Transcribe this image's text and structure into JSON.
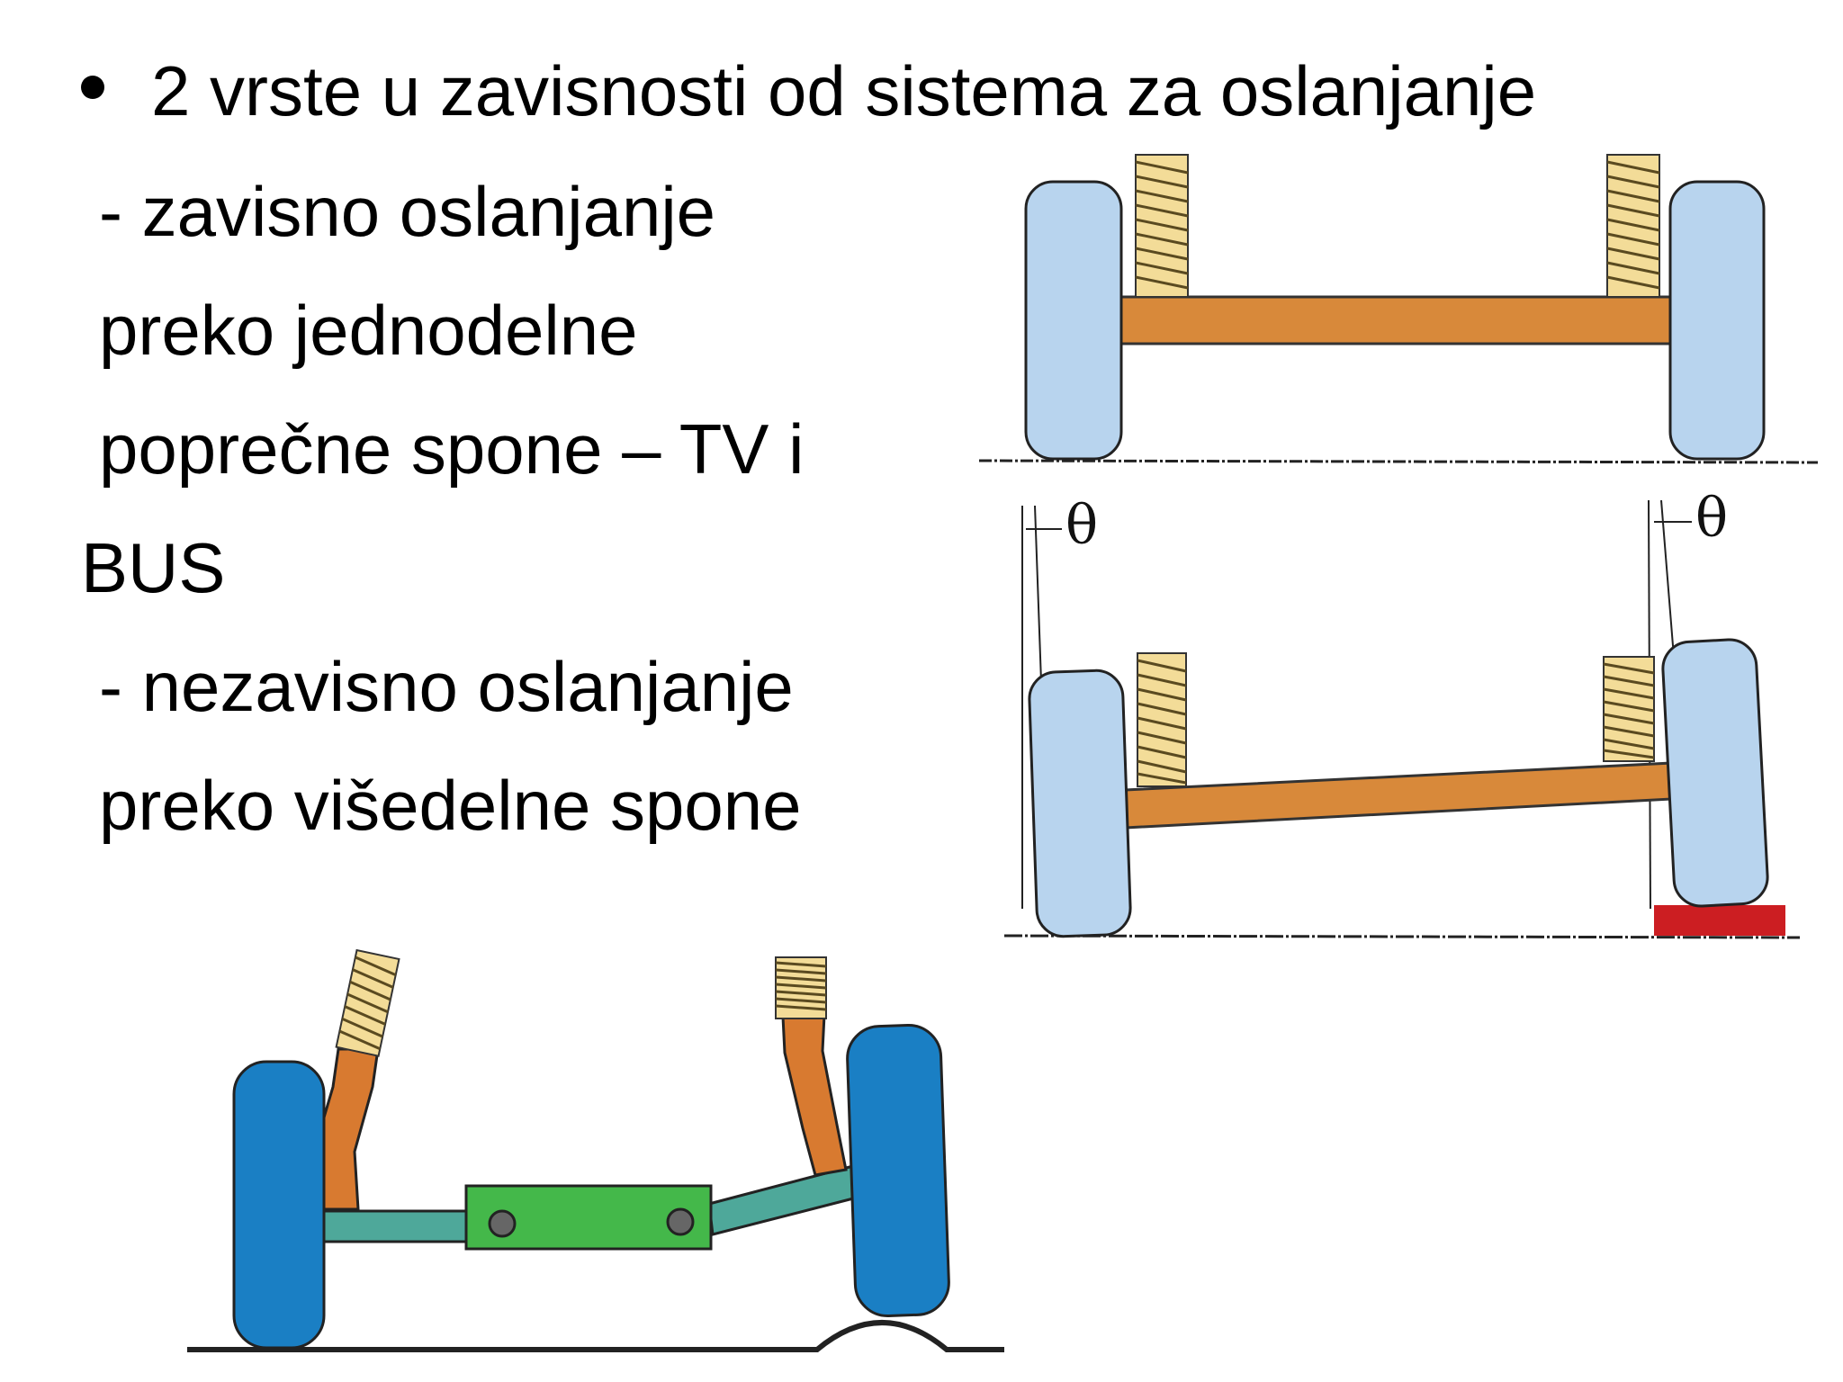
{
  "slide": {
    "heading": "2 vrste u zavisnosti od sistema za oslanjanje",
    "lines": [
      "-  zavisno oslanjanje",
      "preko jednodelne",
      "poprečne spone – TV i",
      "BUS",
      "-  nezavisno oslanjanje",
      "preko višedelne spone"
    ]
  },
  "diagrams": {
    "angle_symbol": "θ",
    "colors": {
      "tire_light": "#b8d4ee",
      "tire_dark": "#1a7fc4",
      "axle": "#d8893a",
      "spring": "#f0d890",
      "arm": "#d87a30",
      "link": "#4ea89a",
      "center_block": "#44b84a",
      "obstacle": "#cc1e22"
    }
  }
}
